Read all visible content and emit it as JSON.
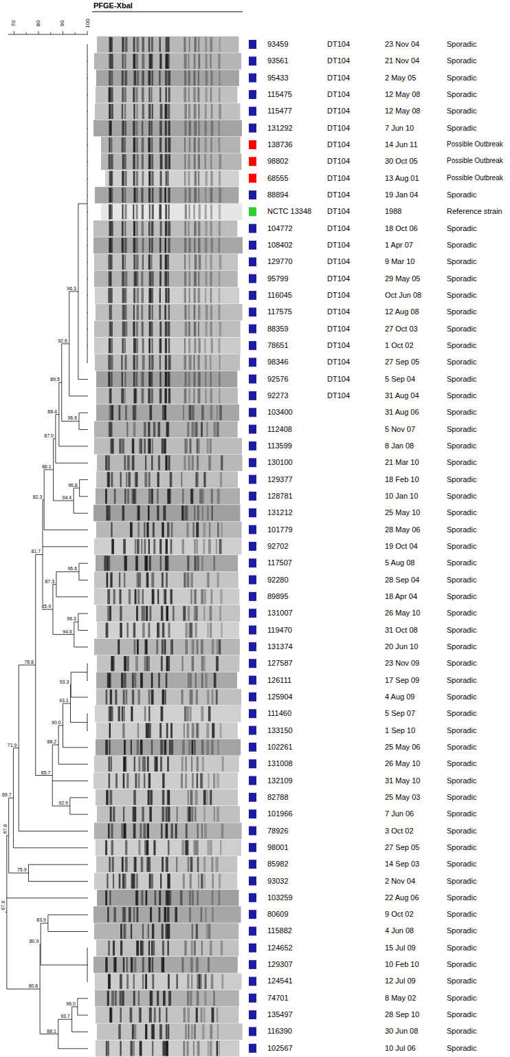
{
  "diagram": {
    "labels": [
      "PFGE-XbaI",
      "70",
      "80",
      "90",
      "100",
      "93459",
      "DT104",
      "23 Nov 04",
      "Sporadic",
      "93561",
      "DT104",
      "21 Nov 04",
      "Sporadic",
      "95433",
      "DT104",
      "2 May 05",
      "Sporadic",
      "115475",
      "DT104",
      "12 May 08",
      "Sporadic",
      "115477",
      "DT104",
      "12 May 08",
      "Sporadic",
      "131292",
      "DT104",
      "7 Jun 10",
      "Sporadic",
      "138736",
      "DT104",
      "14 Jun 11",
      "Possible Outbreak",
      "98802",
      "DT104",
      "30 Oct 05",
      "Possible Outbreak",
      "68555",
      "DT104",
      "13 Aug 01",
      "Possible Outbreak",
      "88894",
      "DT104",
      "19 Jan 04",
      "Sporadic",
      "NCTC 13348",
      "DT104",
      "1988",
      "Reference strain",
      "104772",
      "DT104",
      "18 Oct 06",
      "Sporadic",
      "108402",
      "DT104",
      "1 Apr 07",
      "Sporadic",
      "129770",
      "DT104",
      "9 Mar 10",
      "Sporadic",
      "95799",
      "DT104",
      "29 May 05",
      "Sporadic",
      "116045",
      "DT104",
      "Oct Jun 08",
      "Sporadic",
      "117575",
      "DT104",
      "12 Aug 08",
      "Sporadic",
      "88359",
      "DT104",
      "27 Oct 03",
      "Sporadic",
      "78651",
      "DT104",
      "1 Oct 02",
      "Sporadic",
      "98346",
      "DT104",
      "27 Sep 05",
      "Sporadic",
      "92576",
      "DT104",
      "5 Sep 04",
      "Sporadic",
      "92273",
      "DT104",
      "31 Aug 04",
      "Sporadic",
      "103400",
      "31 Aug 06",
      "Sporadic",
      "112408",
      "5 Nov 07",
      "Sporadic",
      "113599",
      "8 Jan 08",
      "Sporadic",
      "130100",
      "21 Mar 10",
      "Sporadic",
      "129377",
      "18 Feb 10",
      "Sporadic",
      "128781",
      "10 Jan 10",
      "Sporadic",
      "131212",
      "25 May 10",
      "Sporadic",
      "101779",
      "28 May 06",
      "Sporadic",
      "92702",
      "19 Oct 04",
      "Sporadic",
      "117507",
      "5 Aug 08",
      "Sporadic",
      "92280",
      "28 Sep 04",
      "Sporadic",
      "89895",
      "18 Apr 04",
      "Sporadic",
      "131007",
      "26 May 10",
      "Sporadic",
      "119470",
      "31 Oct 08",
      "Sporadic",
      "131374",
      "20 Jun 10",
      "Sporadic",
      "127587",
      "23 Nov 09",
      "Sporadic",
      "126111",
      "17 Sep 09",
      "Sporadic",
      "125904",
      "4 Aug 09",
      "Sporadic",
      "111460",
      "5 Sep 07",
      "Sporadic",
      "133150",
      "1 Sep 10",
      "Sporadic",
      "102261",
      "25 May 06",
      "Sporadic",
      "131008",
      "26 May 10",
      "Sporadic",
      "132109",
      "31 May 10",
      "Sporadic",
      "82788",
      "25 May 03",
      "Sporadic",
      "101966",
      "7 Jun 06",
      "Sporadic",
      "78926",
      "3 Oct 02",
      "Sporadic",
      "98001",
      "27 Sep 05",
      "Sporadic",
      "85982",
      "14 Sep 03",
      "Sporadic",
      "93032",
      "2 Nov 04",
      "Sporadic",
      "103259",
      "22 Aug 06",
      "Sporadic",
      "80609",
      "9 Oct 02",
      "Sporadic",
      "115882",
      "4 Jun 08",
      "Sporadic",
      "124652",
      "15 Jul 09",
      "Sporadic",
      "129307",
      "10 Feb 10",
      "Sporadic",
      "124541",
      "12 Jul 09",
      "Sporadic",
      "74701",
      "8 May 02",
      "Sporadic",
      "135497",
      "28 Sep 10",
      "Sporadic",
      "116390",
      "30 Jun 08",
      "Sporadic",
      "102567",
      "10 Jul 06",
      "Sporadic",
      "96.3",
      "92.6",
      "96.6",
      "89.5",
      "88.4",
      "87.0",
      "96.8",
      "94.4",
      "86.1",
      "82.3",
      "96.6",
      "87.3",
      "96.3",
      "94.6",
      "85.9",
      "81.7",
      "93.3",
      "93.1",
      "90.0",
      "88.2",
      "92.9",
      "85.7",
      "78.8",
      "71.9",
      "69.7",
      "75.9",
      "67.8",
      "83.9",
      "80.9",
      "96.0",
      "93.7",
      "88.1",
      "80.6",
      "67.0"
    ]
  }
}
